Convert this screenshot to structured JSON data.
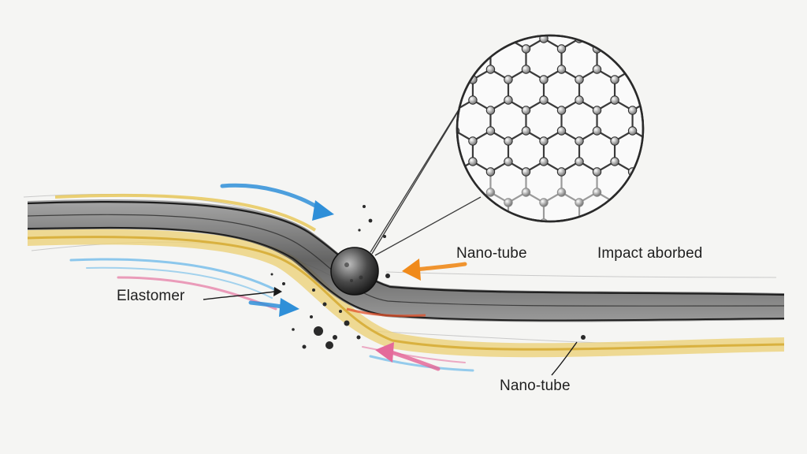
{
  "labels": {
    "nanotube_upper": "Nano-tube",
    "impact_absorbed": "Impact aborbed",
    "elastomer": "Elastomer",
    "nanotube_lower": "Nano-tube"
  },
  "colors": {
    "background": "#f5f5f3",
    "graphite": "#3a3a3a",
    "elastomer_yellow": "#e8c85a",
    "arrow_blue": "#2f8fd8",
    "arrow_orange": "#f08a1a",
    "arrow_pink": "#e46a9a",
    "stress_red": "#e0502a"
  },
  "icons": {
    "projectile": "sphere-icon",
    "lattice": "hexagonal-lattice-icon"
  }
}
